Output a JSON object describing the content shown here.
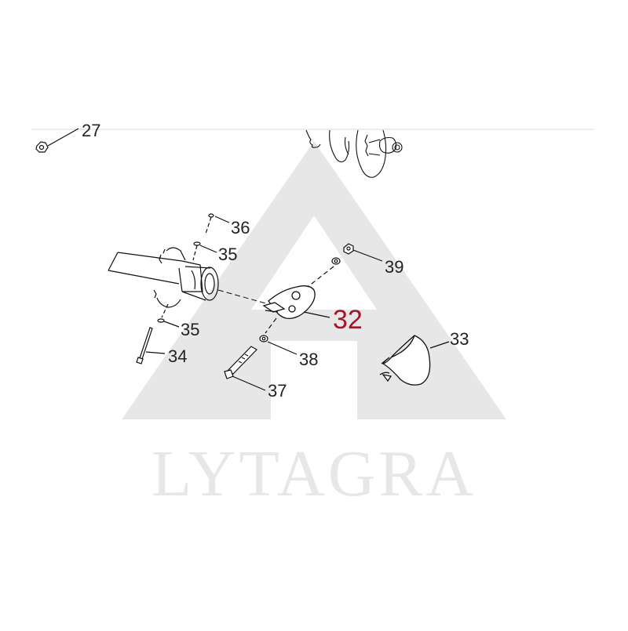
{
  "diagram": {
    "callouts": [
      {
        "id": "27",
        "label": "27",
        "highlight": false
      },
      {
        "id": "36",
        "label": "36",
        "highlight": false
      },
      {
        "id": "35a",
        "label": "35",
        "highlight": false
      },
      {
        "id": "35b",
        "label": "35",
        "highlight": false
      },
      {
        "id": "34",
        "label": "34",
        "highlight": false
      },
      {
        "id": "39",
        "label": "39",
        "highlight": false
      },
      {
        "id": "32",
        "label": "32",
        "highlight": true
      },
      {
        "id": "38",
        "label": "38",
        "highlight": false
      },
      {
        "id": "33",
        "label": "33",
        "highlight": false
      },
      {
        "id": "37",
        "label": "37",
        "highlight": false
      }
    ]
  },
  "watermark": {
    "brand": "LYTAGRA"
  },
  "colors": {
    "line": "#111111",
    "label": "#222222",
    "highlight": "#a3162a",
    "watermark": "#e7e7e7",
    "divider": "#d9d9d9"
  }
}
